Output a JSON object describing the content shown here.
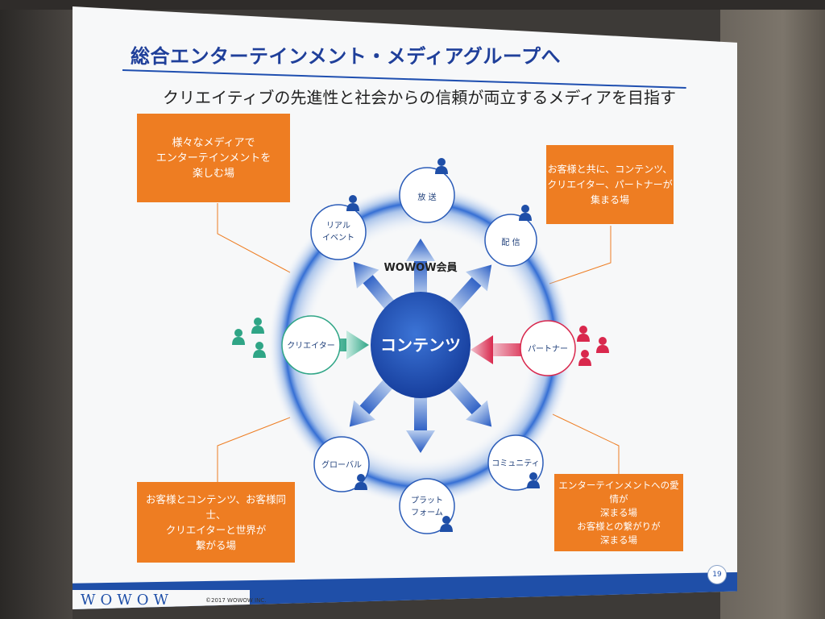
{
  "slide": {
    "title": "総合エンターテインメント・メディアグループへ",
    "subtitle": "クリエイティブの先進性と社会からの信頼が両立するメディアを目指す",
    "page_number": "19",
    "logo": "WOWOW",
    "copyright": "©2017 WOWOW INC."
  },
  "diagram": {
    "center": "コンテンツ",
    "members_label": "WOWOW会員",
    "nodes": {
      "broadcast": "放 送",
      "distribution": "配 信",
      "real_event_1": "リアル",
      "real_event_2": "イベント",
      "global": "グローバル",
      "platform_1": "プラット",
      "platform_2": "フォーム",
      "community": "コミュニティ",
      "creator": "クリエイター",
      "partner": "パートナー"
    }
  },
  "boxes": {
    "top_left": [
      "様々なメディアで",
      "エンターテインメントを",
      "楽しむ場"
    ],
    "top_right": [
      "お客様と共に、コンテンツ、",
      "クリエイター、パートナーが",
      "集まる場"
    ],
    "bottom_left": [
      "お客様とコンテンツ、お客様同士、",
      "クリエイターと世界が",
      "繋がる場"
    ],
    "bottom_right": [
      "エンターテインメントへの愛情が",
      "深まる場",
      "お客様との繋がりが",
      "深まる場"
    ]
  },
  "colors": {
    "title": "#1f3f9a",
    "orange_box": "#ee7d22",
    "center_circle": "#1f4fb8",
    "creator_green": "#2fa586",
    "partner_red": "#d9284d",
    "footer": "#1f4fa8"
  },
  "icons": [
    "person-icon",
    "person-group-icon"
  ]
}
